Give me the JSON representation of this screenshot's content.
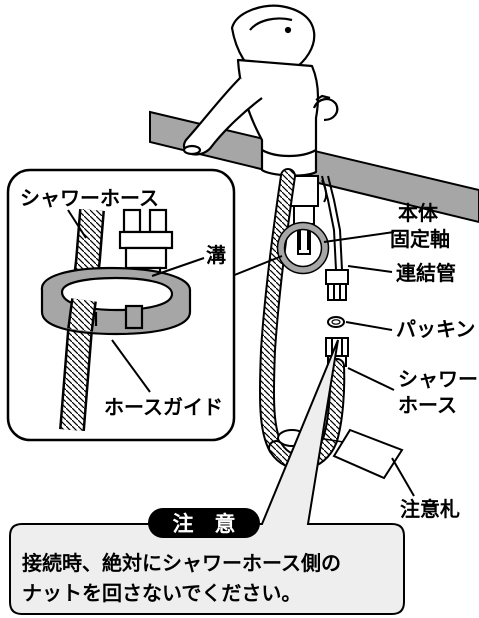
{
  "inset": {
    "label_shower_hose": "シャワーホース",
    "label_groove": "溝",
    "label_hose_guide": "ホースガイド"
  },
  "labels": {
    "main_body_line1": "本体",
    "main_body_line2": "固定軸",
    "connecting_pipe": "連結管",
    "packing": "パッキン",
    "shower_hose_line1": "シャワー",
    "shower_hose_line2": "ホース",
    "caution_tag": "注意札"
  },
  "caution": {
    "title": "注　意",
    "line1": "接続時、絶対にシャワーホース側の",
    "line2": "ナットを回さないでください。"
  },
  "colors": {
    "line": "#000000",
    "counter_gray": "#a6a6a6",
    "callout_fill": "#eeeeee",
    "badge_fill": "#000000"
  }
}
